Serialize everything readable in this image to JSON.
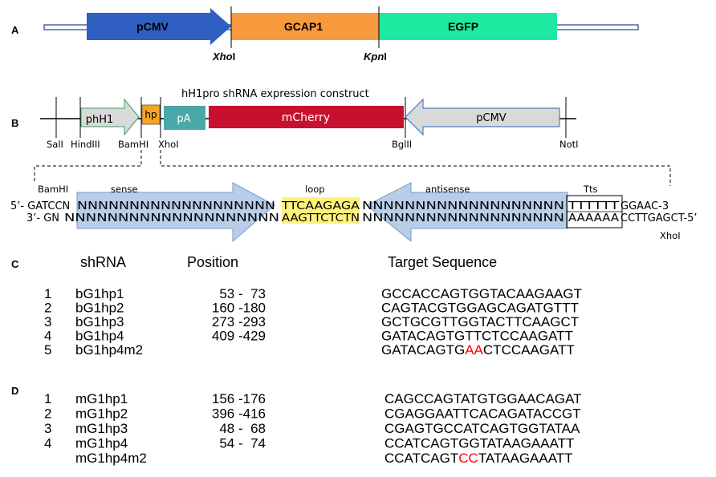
{
  "panel_a": {
    "label": "A",
    "segments": {
      "pcmv": "pCMV",
      "gcap1": "GCAP1",
      "egfp": "EGFP"
    },
    "sites": {
      "xho": "Xho",
      "xho_suffix": "I",
      "kpn": "Kpn",
      "kpn_suffix": "I"
    },
    "colors": {
      "pcmv": "#2e5fc1",
      "gcap1": "#f7993d",
      "egfp": "#1de9a0"
    }
  },
  "panel_b": {
    "label": "B",
    "title": "hH1pro shRNA expression construct",
    "elements": {
      "phh1": "phH1",
      "hp": "hp",
      "pa": "pA",
      "mcherry": "mCherry",
      "pcmv": "pCMV"
    },
    "sites": [
      "SalI",
      "HindIII",
      "BamHI",
      "XhoI",
      "BglII",
      "NotI"
    ],
    "colors": {
      "phh1": "#d9d9d9",
      "hp": "#f5a623",
      "pa": "#4aa8a8",
      "mcherry": "#c8102e",
      "pcmv": "#d9d9d9",
      "seq_blue": "#b8cde8",
      "seq_yellow": "#fff27a"
    },
    "hairpin": {
      "bamhi": "BamHI",
      "sense": "sense",
      "loop": "loop",
      "antisense": "antisense",
      "tts": "Tts",
      "top_prefix": "5’- GATCCN",
      "top_sense": "NNNNNNNNNNNNNNNNNNN",
      "top_loop": "TTCAAGAGA",
      "top_anti": "NNNNNNNNNNNNNNNNNNN",
      "top_tts": "TTTTTT",
      "top_suffix": "GGAAC-3",
      "bot_prefix": "3’- GN",
      "bot_sense": "NNNNNNNNNNNNNNNNNNNN",
      "bot_loop": "AAGTTCTCTN",
      "bot_anti": "NNNNNNNNNNNNNNNNNNN",
      "bot_tts": "AAAAAA",
      "bot_suffix": "CCTTGAGCT-5’",
      "xhoi": "XhoI"
    }
  },
  "panel_c": {
    "label": "C",
    "headers": {
      "shrna": "shRNA",
      "position": "Position",
      "target": "Target  Sequence"
    },
    "rows": [
      {
        "num": "1",
        "name": "bG1hp1",
        "pos": "53 -  73",
        "seq": "GCCACCAGTGGTACAAGAAGT"
      },
      {
        "num": "2",
        "name": "bG1hp2",
        "pos": "160 -180",
        "seq": "CAGTACGTGGAGCAGATGTTT"
      },
      {
        "num": "3",
        "name": "bG1hp3",
        "pos": "273 -293",
        "seq": "GCTGCGTTGGTACTTCAAGCT"
      },
      {
        "num": "4",
        "name": "bG1hp4",
        "pos": "409 -429",
        "seq": "GATACAGTGTTCTCCAAGATT"
      },
      {
        "num": "5",
        "name": "bG1hp4m2",
        "pos": "",
        "seq_pre": "GATACAGTG",
        "seq_mut": "AA",
        "seq_post": "CTCCAAGATT"
      }
    ]
  },
  "panel_d": {
    "label": "D",
    "rows": [
      {
        "num": "1",
        "name": "mG1hp1",
        "pos": "156 -176",
        "seq": "CAGCCAGTATGTGGAACAGAT"
      },
      {
        "num": "2",
        "name": "mG1hp2",
        "pos": "396 -416",
        "seq": "CGAGGAATTCACAGATACCGT"
      },
      {
        "num": "3",
        "name": "mG1hp3",
        "pos": "48 -  68",
        "seq": "CGAGTGCCATCAGTGGTATAA"
      },
      {
        "num": "4",
        "name": "mG1hp4",
        "pos": "54 -  74",
        "seq": "CCATCAGTGGTATAAGAAATT"
      },
      {
        "num": "",
        "name": "mG1hp4m2",
        "pos": "",
        "seq_pre": "CCATCAGT",
        "seq_mut": "CC",
        "seq_post": "TATAAGAAATT"
      }
    ]
  }
}
